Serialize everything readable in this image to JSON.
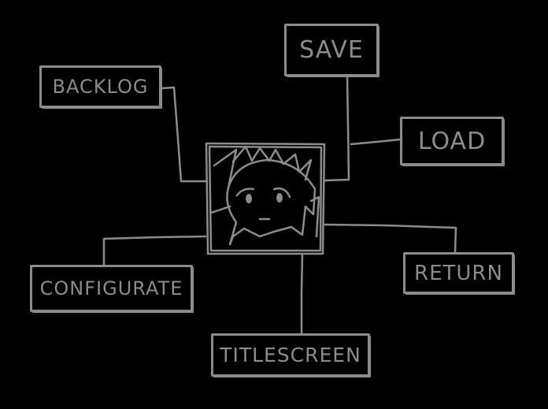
{
  "diagram": {
    "title": "Game menu diagram",
    "center_image": "character-portrait",
    "nodes": {
      "backlog": "BACKLOG",
      "save": "SAVE",
      "load": "LOAD",
      "return": "RETURN",
      "titlescreen": "TITLESCREEN",
      "configurate": "CONFIGURATE"
    },
    "colors": {
      "background": "#000000",
      "stroke": "#8c8c8c"
    }
  }
}
